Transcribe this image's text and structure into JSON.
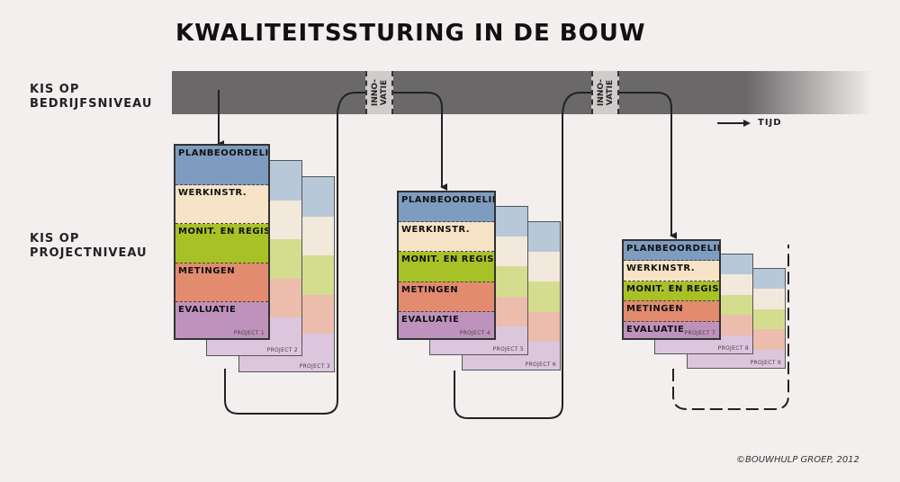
{
  "title": "KWALITEITSSTURING IN DE BOUW",
  "labels": {
    "company_level": [
      "KIS OP",
      "BEDRIJFSNIVEAU"
    ],
    "project_level": [
      "KIS OP",
      "PROJECTNIVEAU"
    ]
  },
  "innovation_label": "INNO-\nVATIE",
  "time_label": "TIJD",
  "credit": "©BOUWHULP GROEP, 2012",
  "phases": [
    "PLANBEOORDELING",
    "WERKINSTR.",
    "MONIT. EN REGIS.",
    "METINGEN",
    "EVALUATIE"
  ],
  "colors": {
    "phase_bright": [
      "#7e9cbf",
      "#f7e3c5",
      "#a8c127",
      "#e28b6f",
      "#bf92bd"
    ],
    "phase_faded": [
      "#b7c8d8",
      "#f3e8dc",
      "#d4dd8e",
      "#ecbcac",
      "#dcc6de"
    ],
    "band": "#6a6868",
    "innovation": "#cfcccb"
  },
  "groups": [
    {
      "projects": [
        "PROJECT 1",
        "PROJECT 2",
        "PROJECT 3"
      ]
    },
    {
      "projects": [
        "PROJECT 4",
        "PROJECT 5",
        "PROJECT 6"
      ]
    },
    {
      "projects": [
        "PROJECT 7",
        "PROJECT 8",
        "PROJECT 9"
      ]
    }
  ]
}
